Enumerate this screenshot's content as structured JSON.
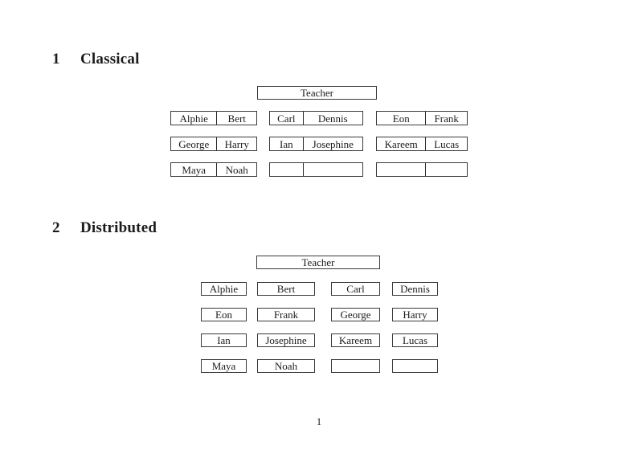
{
  "footer": {
    "page_number": "1"
  },
  "classical": {
    "number": "1",
    "title": "Classical",
    "teacher_label": "Teacher",
    "desks": [
      [
        "Alphie",
        "Bert"
      ],
      [
        "Carl",
        "Dennis"
      ],
      [
        "Eon",
        "Frank"
      ],
      [
        "George",
        "Harry"
      ],
      [
        "Ian",
        "Josephine"
      ],
      [
        "Kareem",
        "Lucas"
      ],
      [
        "Maya",
        "Noah"
      ],
      [
        "",
        ""
      ],
      [
        "",
        ""
      ]
    ]
  },
  "distributed": {
    "number": "2",
    "title": "Distributed",
    "teacher_label": "Teacher",
    "seats": [
      "Alphie",
      "Bert",
      "Carl",
      "Dennis",
      "Eon",
      "Frank",
      "George",
      "Harry",
      "Ian",
      "Josephine",
      "Kareem",
      "Lucas",
      "Maya",
      "Noah",
      "",
      ""
    ]
  },
  "colors": {
    "background": "#ffffff",
    "text": "#1b1b1b",
    "border": "#3a3a3a"
  }
}
